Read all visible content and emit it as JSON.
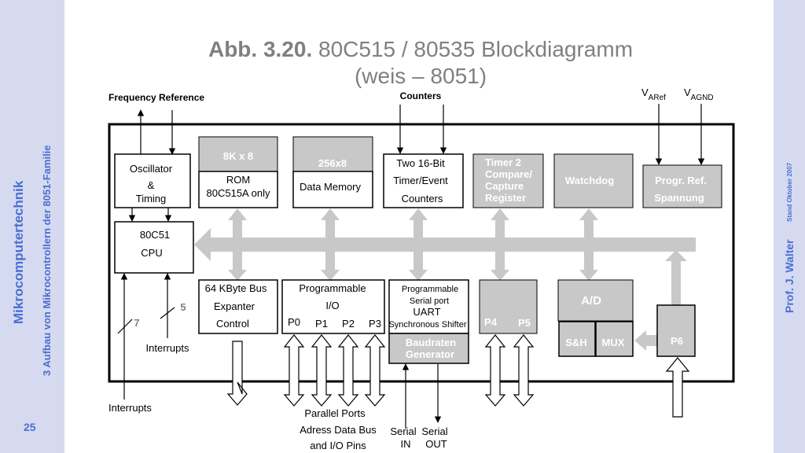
{
  "sidebar": {
    "course": "Mikrocomputertechnik",
    "chapter": "3 Aufbau von Mikrocontrollern der 8051-Familie",
    "page": "25",
    "author": "Prof. J. Walter",
    "date": "Stand Oktober 2007"
  },
  "title": {
    "number": "Abb. 3.20.",
    "text": "80C515 / 80535 Blockdiagramm",
    "subtitle": "(weis – 8051)"
  },
  "external": {
    "freq_ref": "Frequency Reference",
    "counters": "Counters",
    "varef_main": "V",
    "varef_sub": "ARef",
    "vagnd_main": "V",
    "vagnd_sub": "AGND",
    "interrupts_bottom": "Interrupts",
    "parallel_1": "Parallel Ports",
    "parallel_2": "Adress Data Bus",
    "parallel_3": "and I/O Pins",
    "serial_in_1": "Serial",
    "serial_in_2": "IN",
    "serial_out_1": "Serial",
    "serial_out_2": "OUT"
  },
  "blocks": {
    "osc_1": "Oscillator",
    "osc_2": "&",
    "osc_3": "Timing",
    "rom_top": "8K x 8",
    "rom_1": "ROM",
    "rom_2": "80C515A only",
    "ram_top": "256x8",
    "ram_1": "Data Memory",
    "timer_1": "Two 16-Bit",
    "timer_2": "Timer/Event",
    "timer_3": "Counters",
    "t2_1": "Timer 2",
    "t2_2": "Compare/",
    "t2_3": "Capture",
    "t2_4": "Register",
    "watchdog": "Watchdog",
    "pref_1": "Progr. Ref.",
    "pref_2": "Spannung",
    "cpu_1": "80C51",
    "cpu_2": "CPU",
    "bus_1": "64 KByte Bus",
    "bus_2": "Expanter",
    "bus_3": "Control",
    "pio_1": "Programmable",
    "pio_2": "I/O",
    "p0": "P0",
    "p1": "P1",
    "p2": "P2",
    "p3": "P3",
    "uart_1": "Programmable",
    "uart_2": "Serial port",
    "uart_3": "UART",
    "uart_4": "Synchronous Shifter",
    "baud_1": "Baudraten",
    "baud_2": "Generator",
    "p4": "P4",
    "p5": "P5",
    "ad": "A/D",
    "sh": "S&H",
    "mux": "MUX",
    "p6": "P6",
    "int_7": "7",
    "int_5": "5",
    "interrupts_inner": "Interrupts"
  }
}
